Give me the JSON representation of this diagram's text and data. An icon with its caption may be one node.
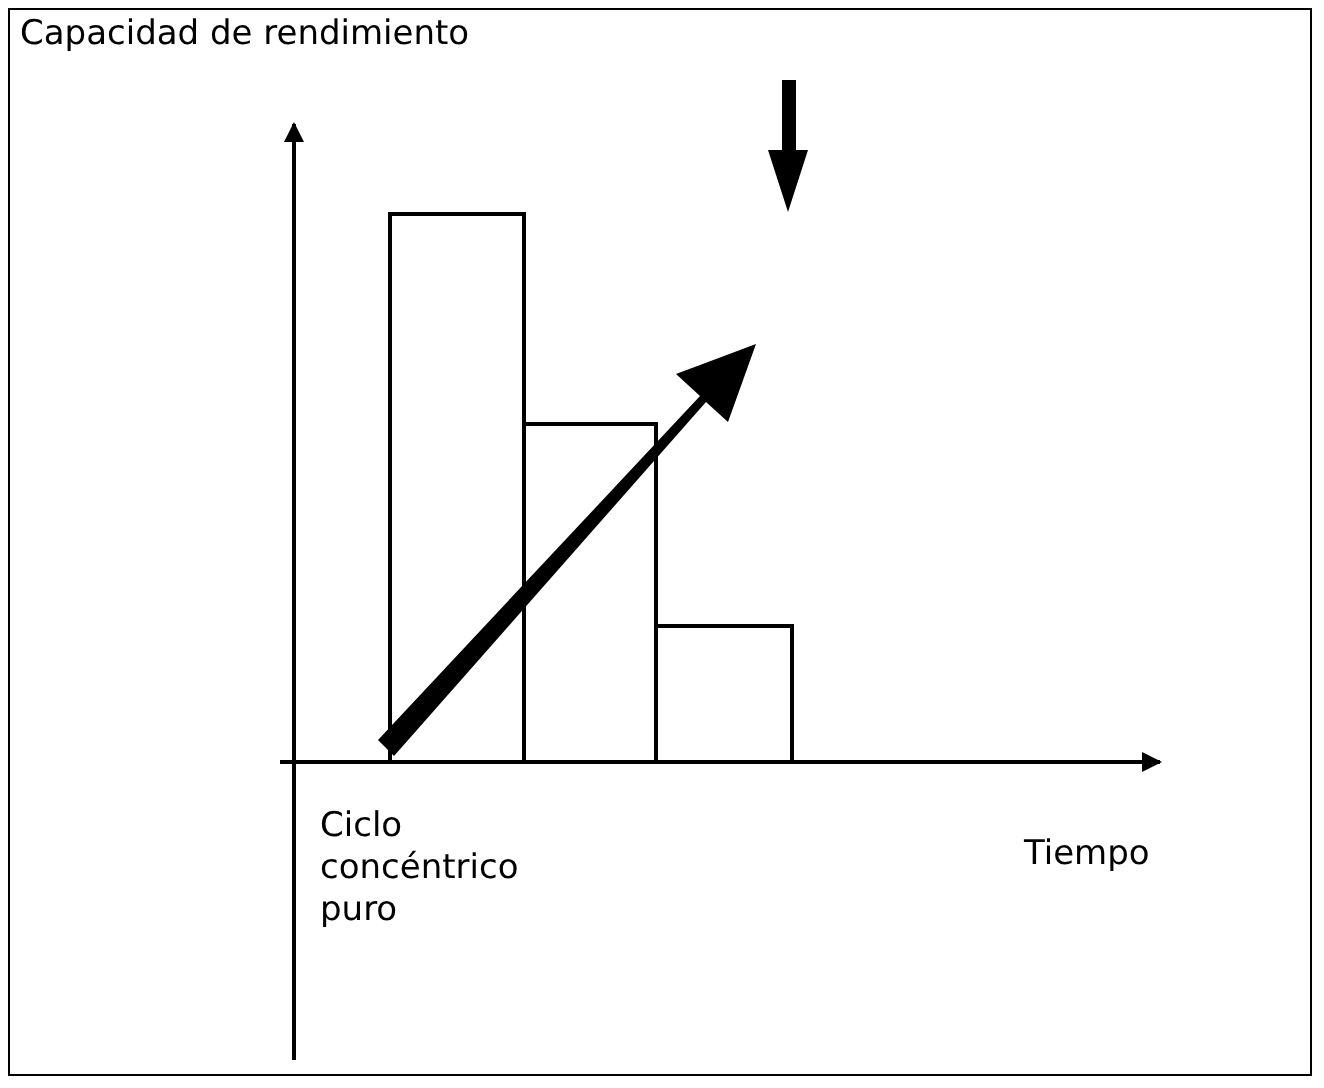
{
  "diagram": {
    "labels": [
      "Capacidad de rendimiento",
      "Ciclo concéntrico puro",
      "Tiempo"
    ]
  }
}
